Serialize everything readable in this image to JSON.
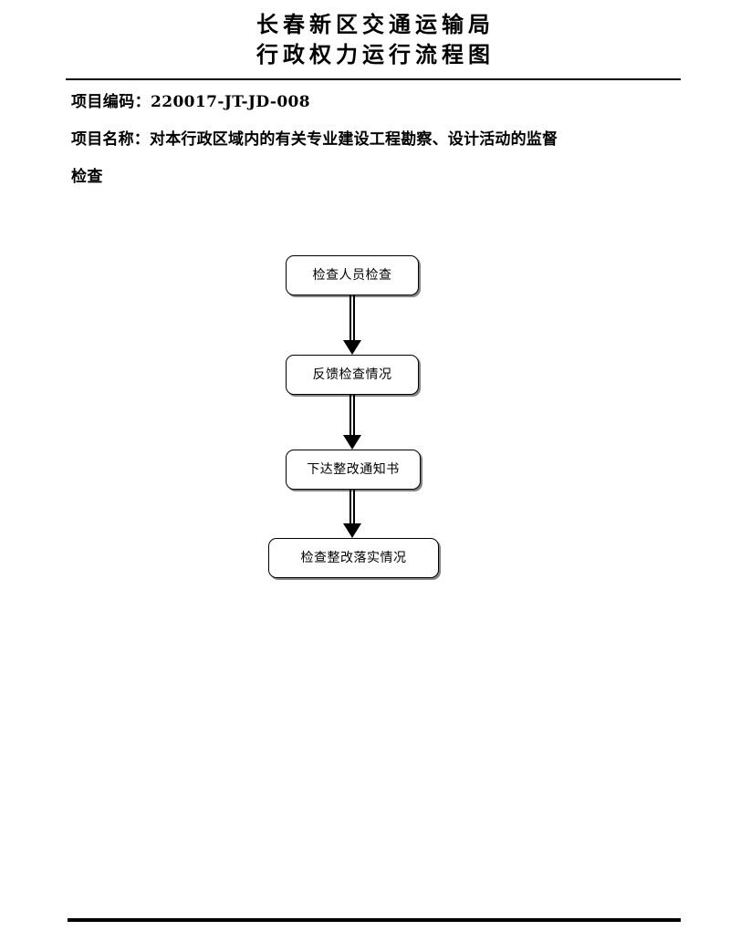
{
  "document": {
    "header": {
      "org_title": "长春新区交通运输局",
      "doc_title": "行政权力运行流程图"
    },
    "meta": {
      "project_code_line": "项目编码：220017-JT-JD-008",
      "project_name_line1": "项目名称：对本行政区域内的有关专业建设工程勘察、设计活动的监督",
      "project_name_line2": "检查"
    },
    "flowchart": {
      "type": "flow",
      "orientation": "vertical",
      "nodes": [
        {
          "id": "node-1",
          "label": "检查人员检查"
        },
        {
          "id": "node-2",
          "label": "反馈检查情况"
        },
        {
          "id": "node-3",
          "label": "下达整改通知书"
        },
        {
          "id": "node-4",
          "label": "检查整改落实情况"
        }
      ],
      "connectors": [
        {
          "id": "conn-1",
          "from": "node-1",
          "to": "node-2",
          "style": "double-line-arrow-down"
        },
        {
          "id": "conn-2",
          "from": "node-2",
          "to": "node-3",
          "style": "double-line-arrow-down"
        },
        {
          "id": "conn-3",
          "from": "node-3",
          "to": "node-4",
          "style": "double-line-arrow-down"
        }
      ]
    },
    "colors": {
      "text": "#000000",
      "background": "#ffffff",
      "node_border": "#000000",
      "node_shadow": "#6e6e6e"
    }
  }
}
